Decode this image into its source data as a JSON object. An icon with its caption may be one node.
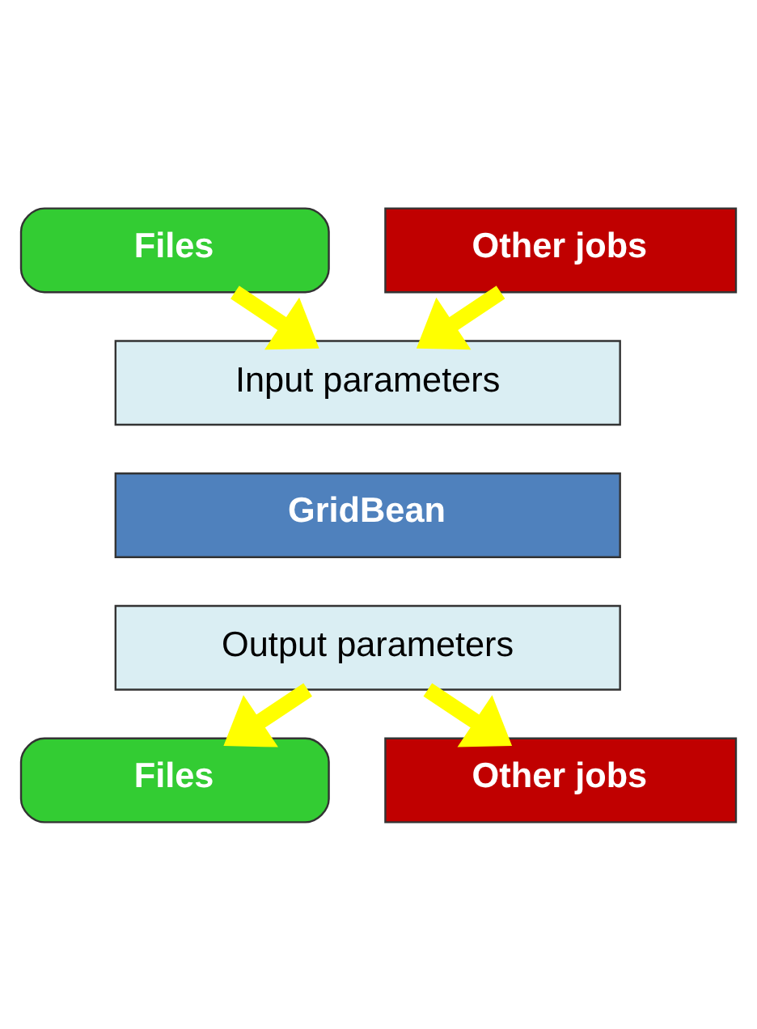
{
  "diagram": {
    "nodes": [
      {
        "text": [
          "Files"
        ]
      },
      {
        "text": [
          "Other jobs"
        ]
      },
      {
        "text": [
          "Input parameters"
        ]
      },
      {
        "text": [
          "GridBean"
        ]
      },
      {
        "text": [
          "Output parameters"
        ]
      },
      {
        "text": [
          "Files"
        ]
      },
      {
        "text": [
          "Other jobs"
        ]
      }
    ],
    "edges": [
      {
        "from": 0,
        "to": 2,
        "arrow": "to"
      },
      {
        "from": 1,
        "to": 2,
        "arrow": "to"
      },
      {
        "from": 4,
        "to": 5,
        "arrow": "to"
      },
      {
        "from": 4,
        "to": 6,
        "arrow": "to"
      }
    ]
  }
}
